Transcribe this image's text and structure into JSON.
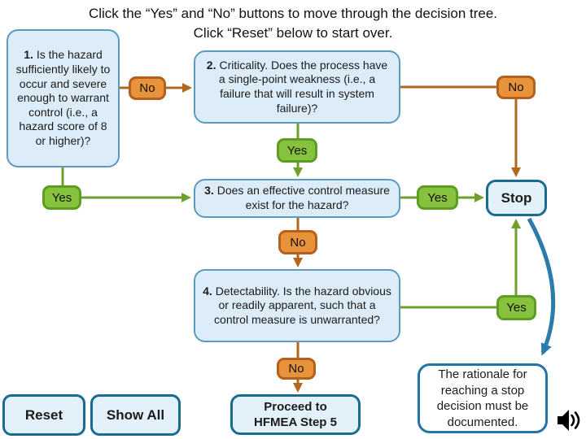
{
  "instructions": {
    "line1": "Click the “Yes” and “No” buttons to move through the decision tree.",
    "line2": "Click “Reset” below to start over."
  },
  "questions": {
    "q1": {
      "number": "1.",
      "text": "Is the hazard sufficiently likely to occur and severe enough to warrant control (i.e., a hazard score of 8 or higher)?"
    },
    "q2": {
      "number": "2.",
      "text": "Criticality. Does the process have a single-point weakness (i.e., a failure that will result in system failure)?"
    },
    "q3": {
      "number": "3.",
      "text": "Does an effective control measure exist for the hazard?"
    },
    "q4": {
      "number": "4.",
      "text": "Detectability. Is the hazard obvious or readily apparent, such that a control measure is unwarranted?"
    }
  },
  "buttons": {
    "yes": "Yes",
    "no": "No",
    "reset": "Reset",
    "show_all": "Show All"
  },
  "terminals": {
    "stop": "Stop",
    "proceed": "Proceed to HFMEA Step 5"
  },
  "note": {
    "text": "The rationale for reaching a stop decision must be documented."
  },
  "icons": {
    "audio": "speaker-icon"
  },
  "colors": {
    "question_fill": "#DCECF8",
    "question_border": "#5B9BC0",
    "no_fill": "#E8923C",
    "no_border": "#B35F1D",
    "yes_fill": "#86C23D",
    "yes_border": "#5D9E22",
    "terminal_fill": "#E3F1FA",
    "terminal_border": "#1A6C8F",
    "note_border": "#2273A8",
    "connector_orange": "#B2671F",
    "connector_green": "#6FA02C",
    "connector_blue": "#2B7CAD"
  }
}
